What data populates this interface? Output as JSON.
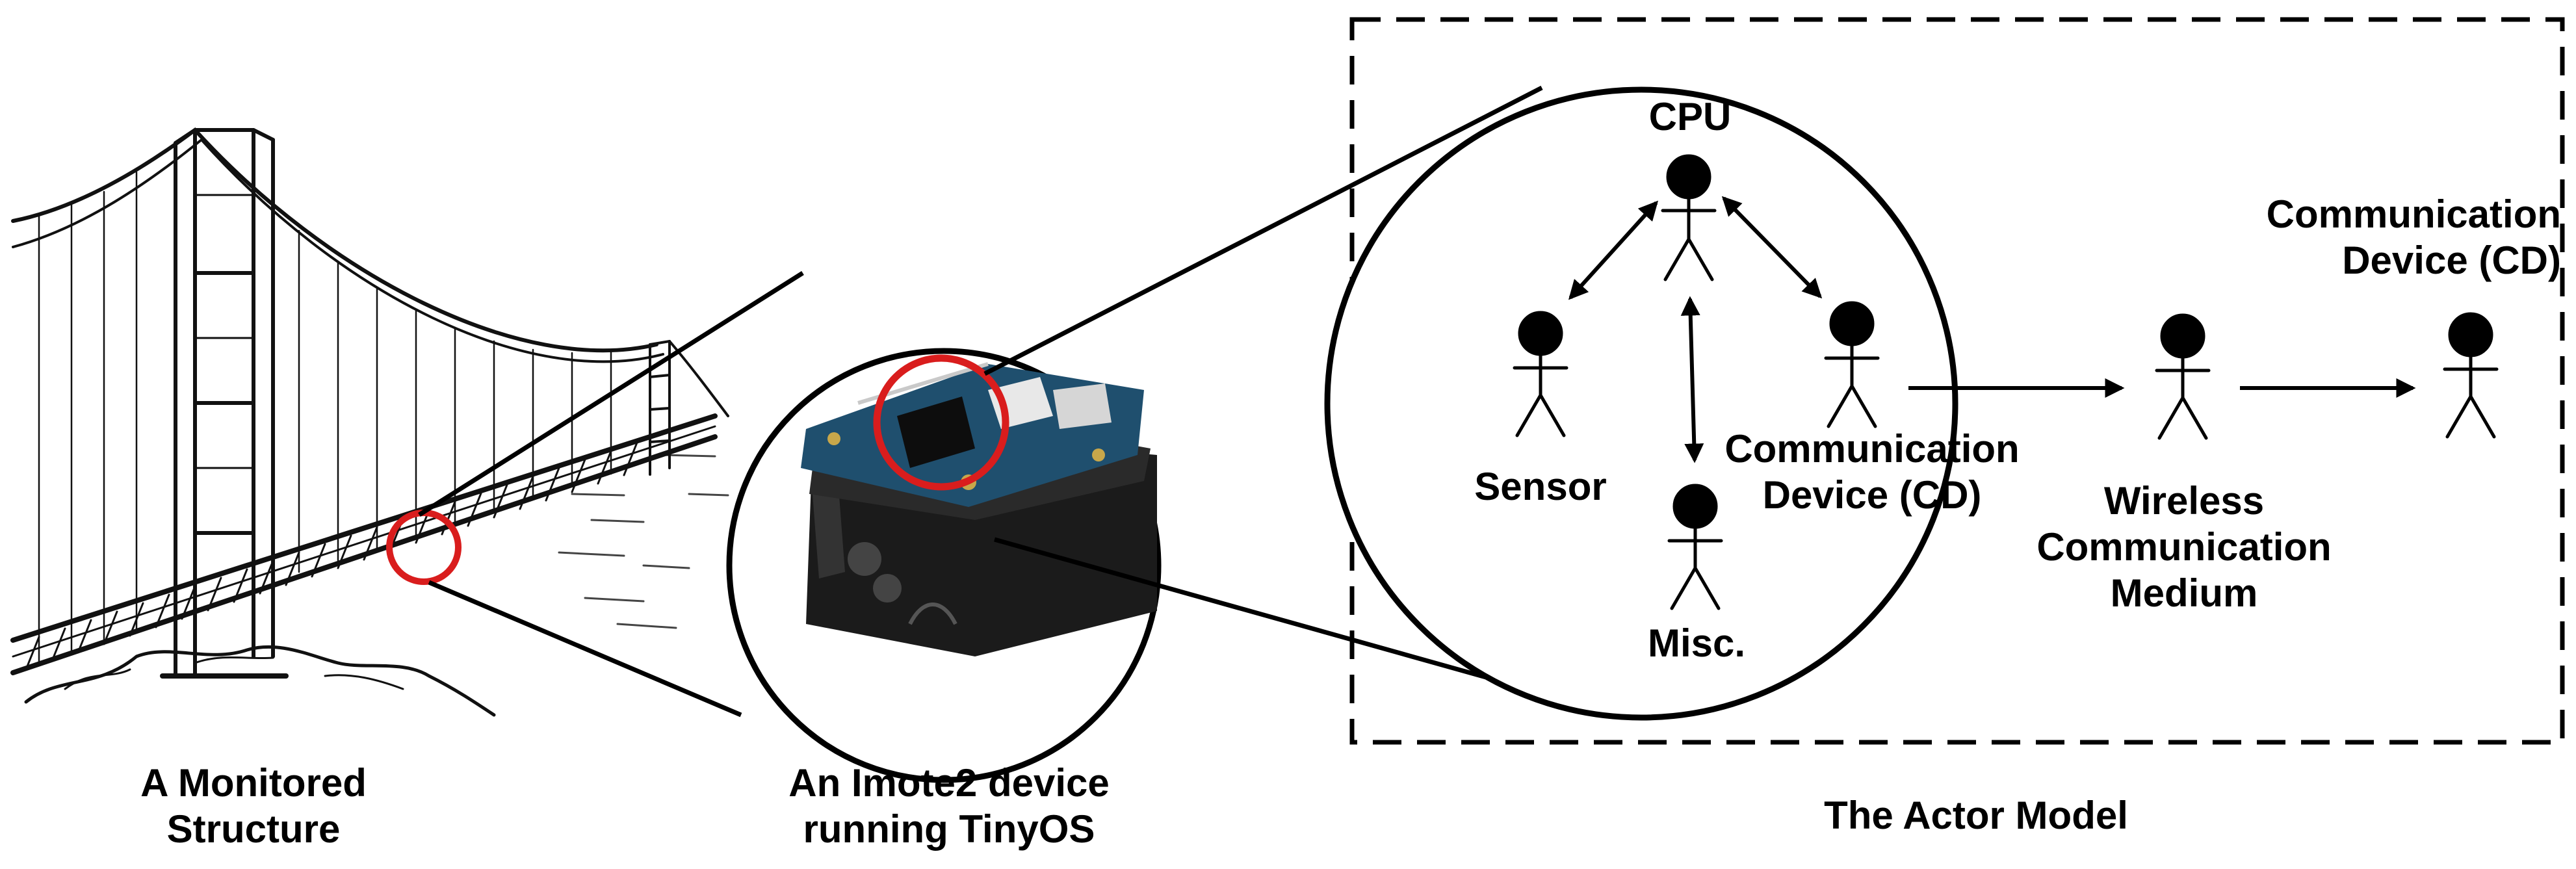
{
  "captions": {
    "structure": "A Monitored\nStructure",
    "device": "An Imote2 device\nrunning TinyOS",
    "model": "The Actor Model"
  },
  "actors": {
    "cpu": "CPU",
    "sensor": "Sensor",
    "misc": "Misc.",
    "comm_inner": "Communication\nDevice (CD)",
    "wireless": "Wireless\nCommunication\nMedium",
    "comm_outer": "Communication\nDevice (CD)"
  },
  "colors": {
    "ink": "#000000",
    "highlight_ring": "#d91d1d",
    "board_green": "#1f4f6e",
    "battery_black": "#1b1b1b"
  },
  "icons": {
    "actor": "stick-figure-icon",
    "bridge": "suspension-bridge-illustration",
    "device": "imote2-device-photo"
  }
}
